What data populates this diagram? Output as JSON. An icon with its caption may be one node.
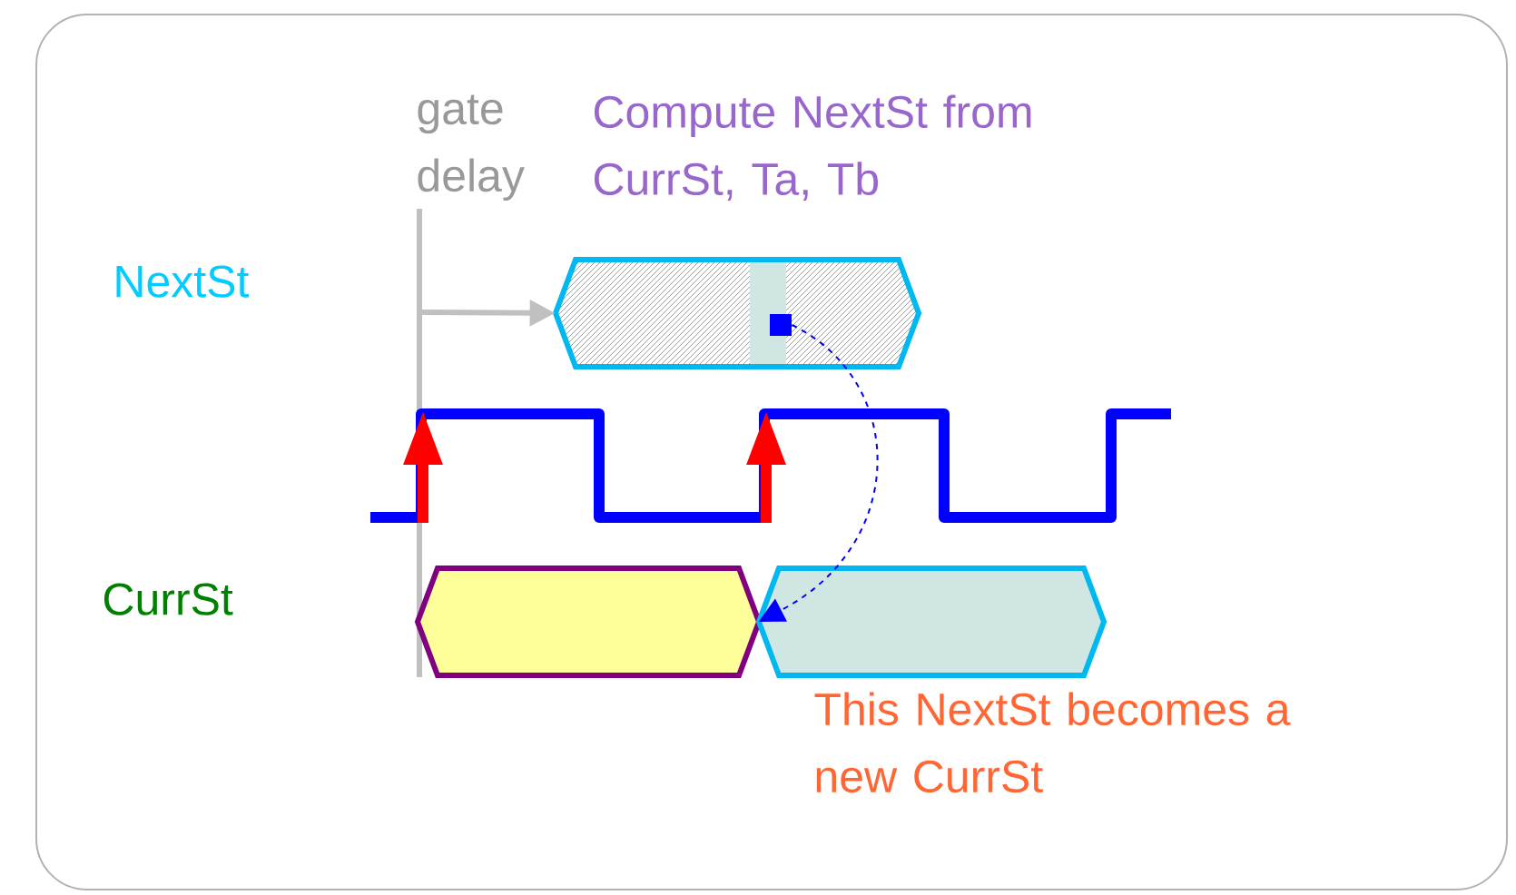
{
  "diagram": {
    "nodes": [
      {
        "text": [],
        "shape": "hexagon"
      },
      {
        "text": [],
        "shape": "box",
        "in": 0
      },
      {
        "text": [],
        "shape": "hexagon"
      },
      {
        "text": [],
        "shape": "hexagon"
      }
    ],
    "edges": [
      {
        "from": null,
        "to": 0,
        "arrow": "to",
        "style": "thick",
        "color": "#c0c0c0"
      },
      {
        "from": 1,
        "to": 3,
        "arrow": "to",
        "style": "dashed",
        "color": "#0000ff"
      }
    ],
    "labels": [
      "gate delay",
      "Compute NextSt from CurrSt, Ta, Tb",
      "NextSt",
      "CurrSt",
      "This NextSt becomes a new CurrSt"
    ]
  }
}
